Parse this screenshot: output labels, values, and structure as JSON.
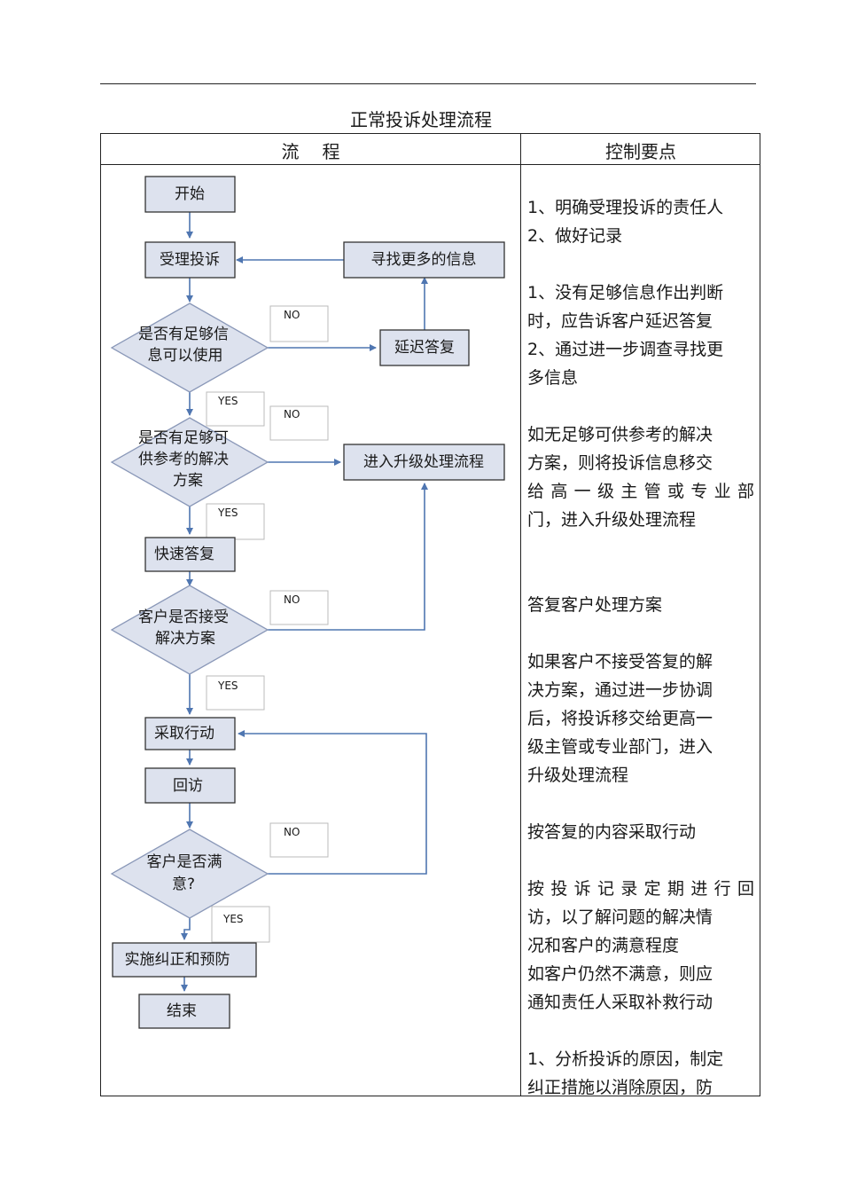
{
  "document": {
    "title": "正常投诉处理流程",
    "header_left": "流程",
    "header_right": "控制要点"
  },
  "flow": {
    "start": "开始",
    "accept": "受理投诉",
    "find_more": "寻找更多的信息",
    "enough_info_1": "是否有足够信",
    "enough_info_2": "息可以使用",
    "delay_reply": "延迟答复",
    "solution_1": "是否有足够可",
    "solution_2": "供参考的解决",
    "solution_3": "方案",
    "escalate": "进入升级处理流程",
    "quick_reply": "快速答复",
    "accept_q_1": "客户是否接受",
    "accept_q_2": "解决方案",
    "take_action": "采取行动",
    "revisit": "回访",
    "satisfied_1": "客户是否满",
    "satisfied_2": "意?",
    "corrective": "实施纠正和预防",
    "end": "结束",
    "yes": "YES",
    "no": "NO"
  },
  "control_points": {
    "g1_l1": "1、明确受理投诉的责任人",
    "g1_l2": "2、做好记录",
    "g2_l1": "1、没有足够信息作出判断",
    "g2_l2": "时，应告诉客户延迟答复",
    "g2_l3": "2、通过进一步调查寻找更",
    "g2_l4": "多信息",
    "g3_l1": "如无足够可供参考的解决",
    "g3_l2": "方案，则将投诉信息移交",
    "g3_l3": "给高一级主管或专业部",
    "g3_l4": "门，进入升级处理流程",
    "g4_l1": "答复客户处理方案",
    "g5_l1": "如果客户不接受答复的解",
    "g5_l2": "决方案，通过进一步协调",
    "g5_l3": "后，将投诉移交给更高一",
    "g5_l4": "级主管或专业部门，进入",
    "g5_l5": "升级处理流程",
    "g6_l1": "按答复的内容采取行动",
    "g7_l1": "按投诉记录定期进行回",
    "g7_l2": "访，以了解问题的解决情",
    "g7_l3": "况和客户的满意程度",
    "g7_l4": "如客户仍然不满意，则应",
    "g7_l5": "通知责任人采取补救行动",
    "g8_l1": "1、分析投诉的原因，制定",
    "g8_l2": "纠正措施以消除原因，防"
  }
}
